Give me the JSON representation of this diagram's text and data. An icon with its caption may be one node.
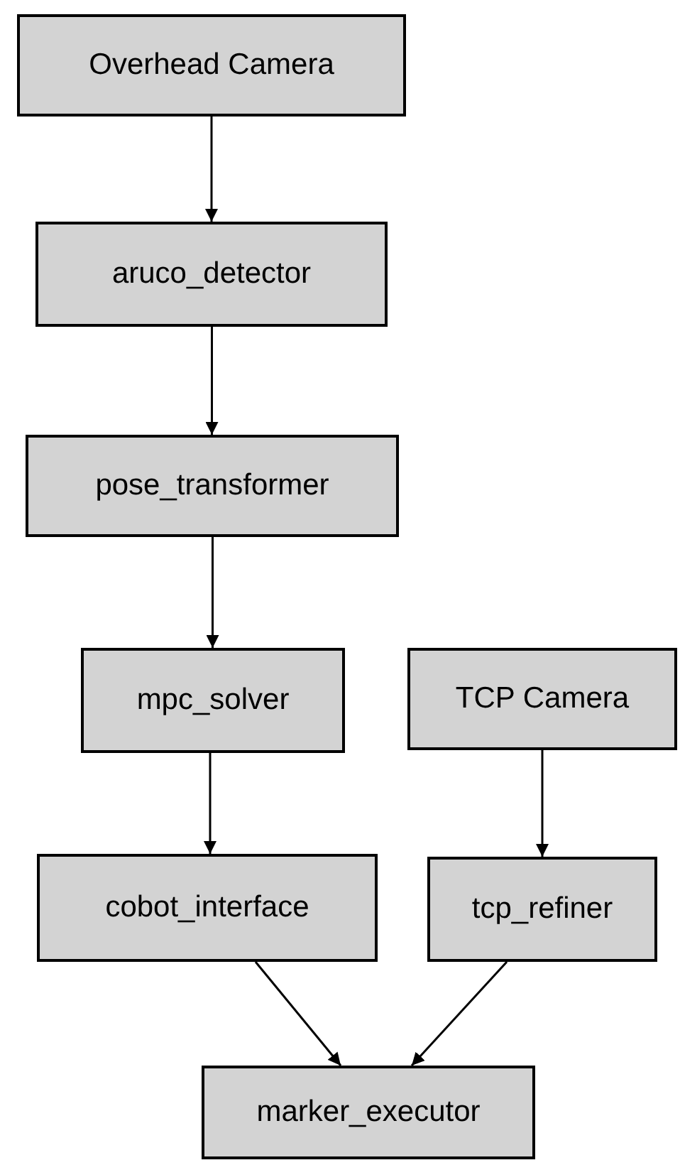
{
  "diagram": {
    "nodes": [
      {
        "text": [
          "Overhead Camera"
        ]
      },
      {
        "text": [
          "aruco_detector"
        ]
      },
      {
        "text": [
          "pose_transformer"
        ]
      },
      {
        "text": [
          "mpc_solver"
        ]
      },
      {
        "text": [
          "TCP Camera"
        ]
      },
      {
        "text": [
          "cobot_interface"
        ]
      },
      {
        "text": [
          "tcp_refiner"
        ]
      },
      {
        "text": [
          "marker_executor"
        ]
      }
    ],
    "edges": [
      {
        "from": 0,
        "to": 1,
        "arrow": "to"
      },
      {
        "from": 1,
        "to": 2,
        "arrow": "to"
      },
      {
        "from": 2,
        "to": 3,
        "arrow": "to"
      },
      {
        "from": 3,
        "to": 5,
        "arrow": "to"
      },
      {
        "from": 4,
        "to": 6,
        "arrow": "to"
      },
      {
        "from": 5,
        "to": 7,
        "arrow": "to"
      },
      {
        "from": 6,
        "to": 7,
        "arrow": "to"
      }
    ]
  }
}
